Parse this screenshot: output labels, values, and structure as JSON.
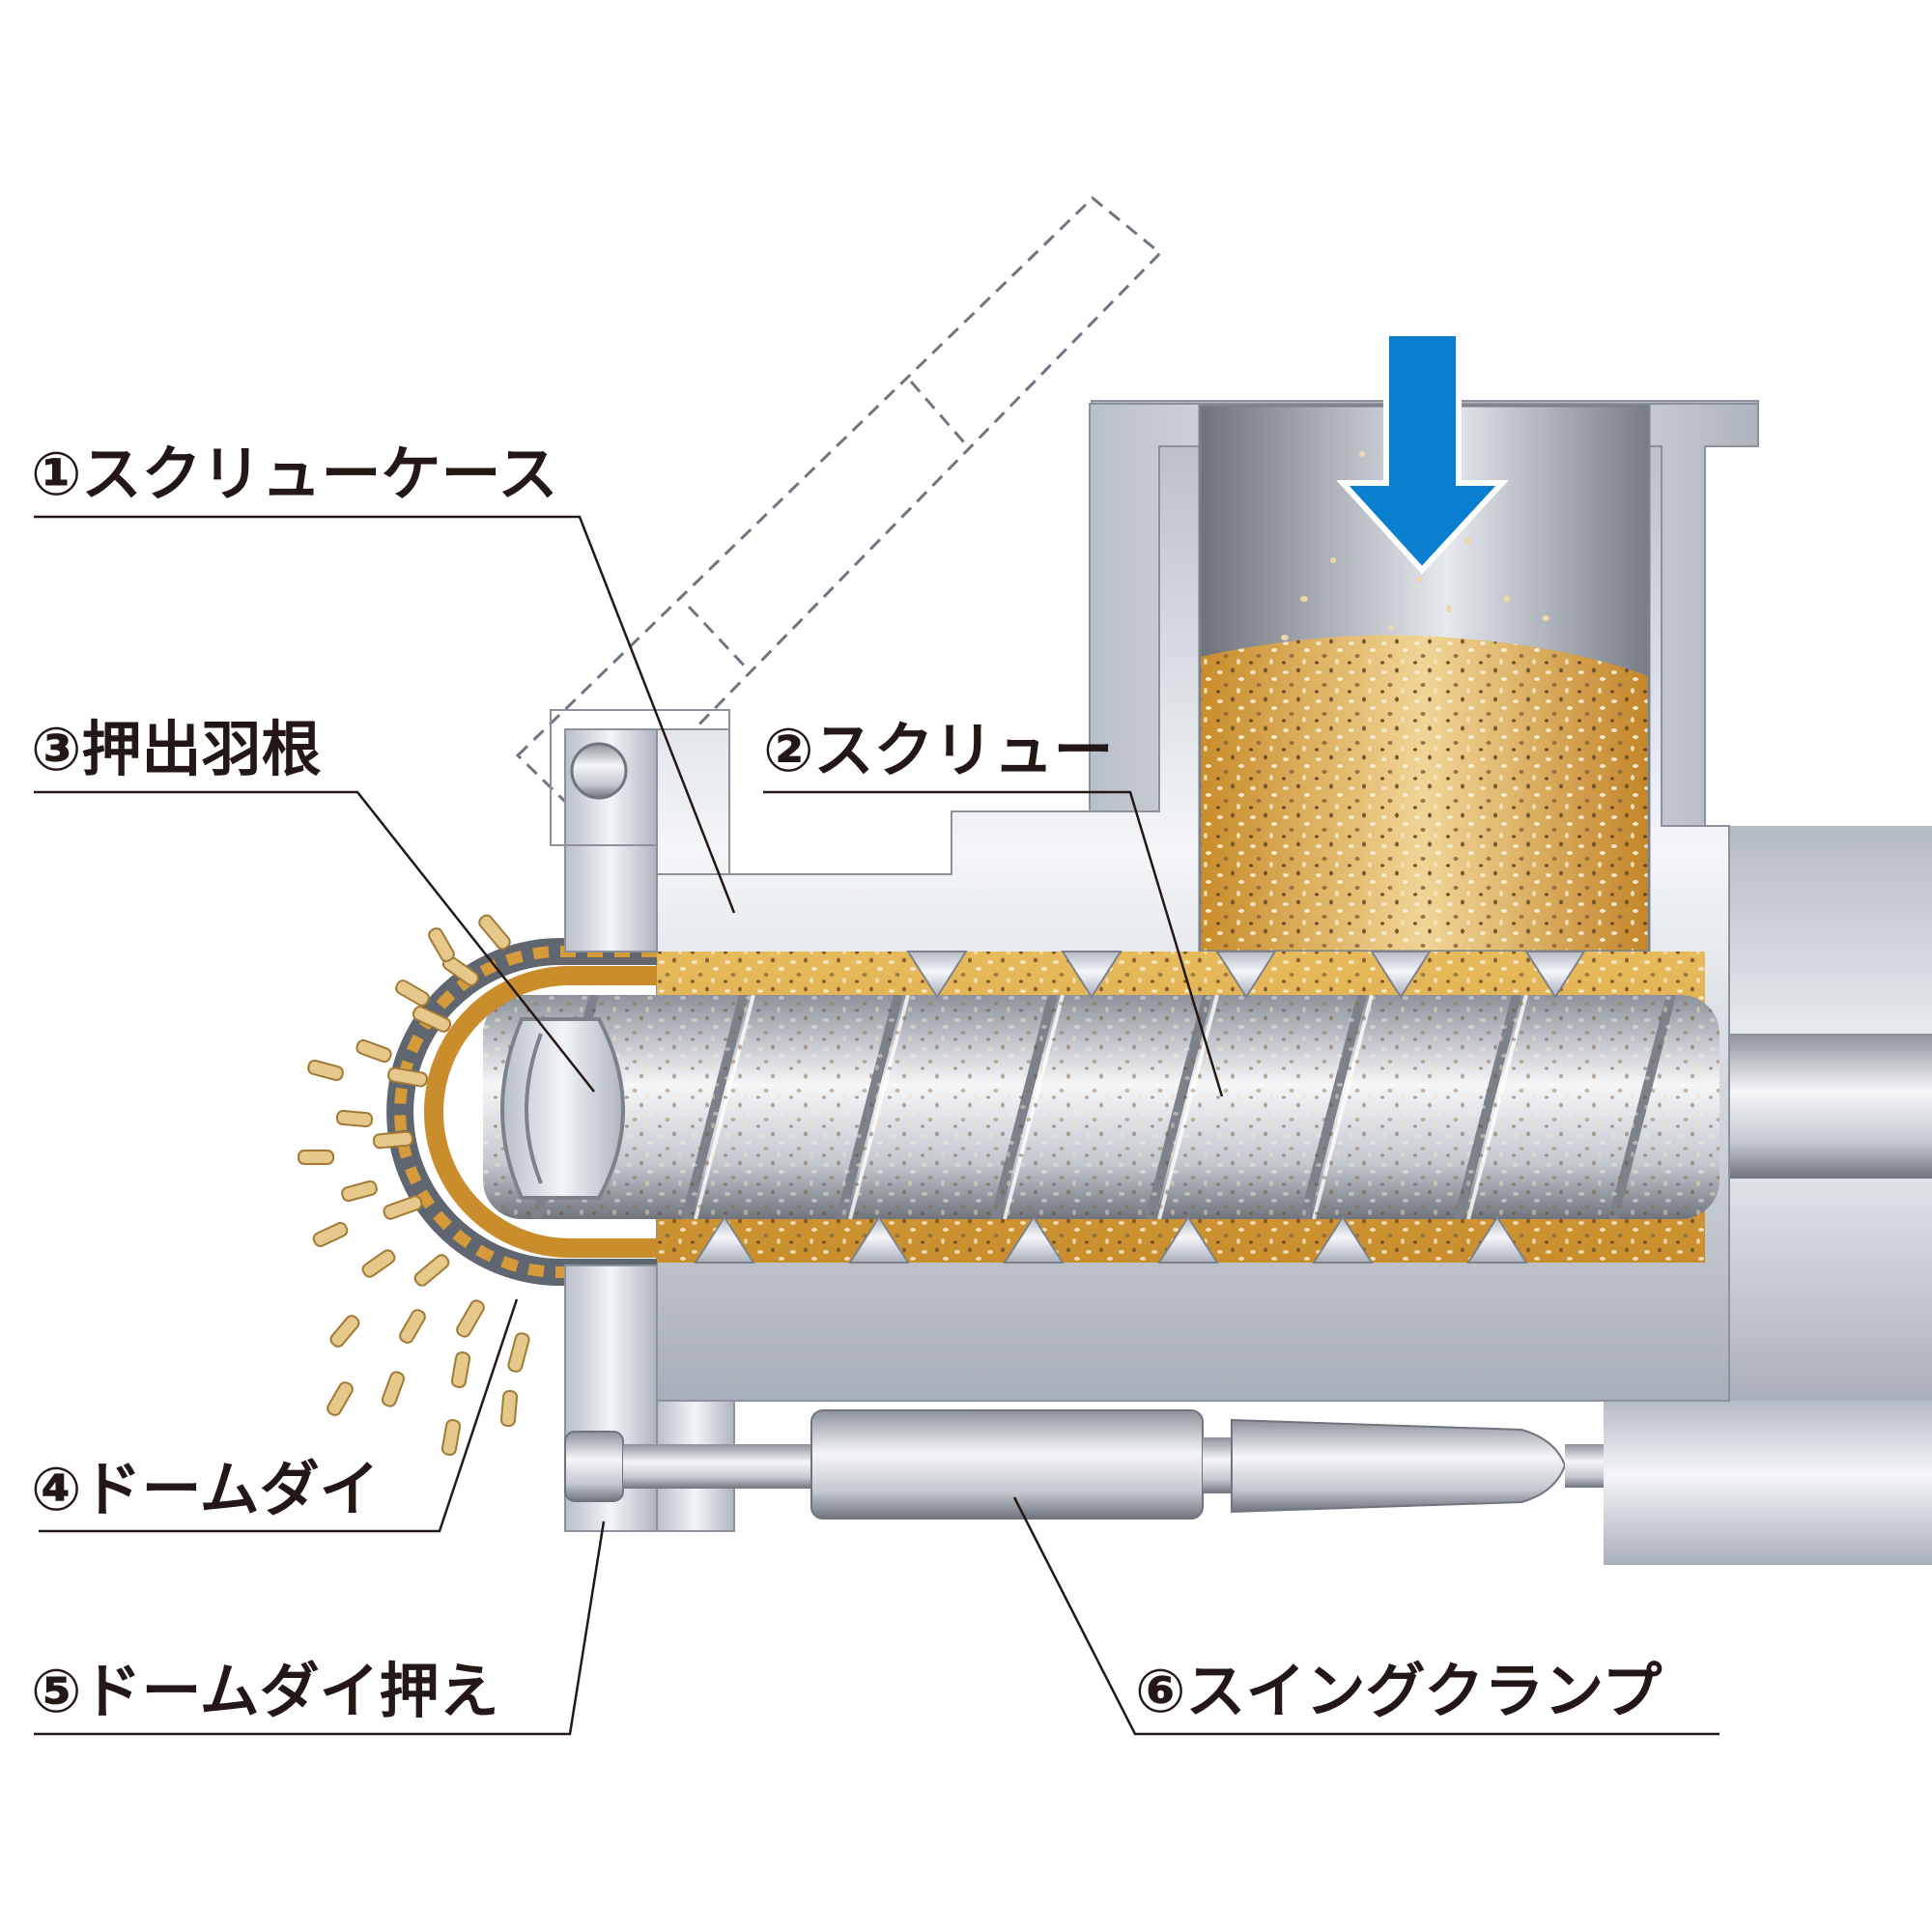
{
  "labels": [
    {
      "key": "screw-case",
      "text": "①スクリューケース"
    },
    {
      "key": "screw",
      "text": "②スクリュー"
    },
    {
      "key": "extrusion-blade",
      "text": "③押出羽根"
    },
    {
      "key": "dome-die",
      "text": "④ドームダイ"
    },
    {
      "key": "dome-die-holder",
      "text": "⑤ドームダイ押え"
    },
    {
      "key": "swing-clamp",
      "text": "⑥スイングクランプ"
    }
  ],
  "colors": {
    "feed_arrow": "#0a7fd0",
    "material": "#d9a74a",
    "steel_light": "#eef1f6",
    "steel_dark": "#8a8f99",
    "text": "#231815"
  }
}
